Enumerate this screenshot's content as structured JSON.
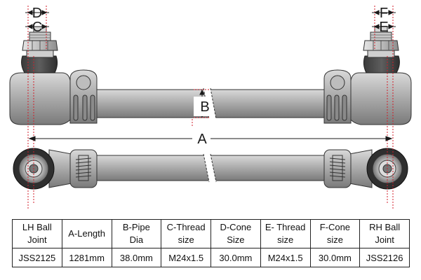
{
  "dimension_labels": {
    "a": "A",
    "b": "B",
    "c": "C",
    "d": "D",
    "e": "E",
    "f": "F"
  },
  "table": {
    "headers": [
      [
        "LH Ball",
        "Joint"
      ],
      [
        "A-Length",
        ""
      ],
      [
        "B-Pipe",
        "Dia"
      ],
      [
        "C-Thread",
        "size"
      ],
      [
        "D-Cone",
        "Size"
      ],
      [
        "E- Thread",
        "size"
      ],
      [
        "F-Cone",
        "size"
      ],
      [
        "RH Ball",
        "Joint"
      ]
    ],
    "values": [
      "JSS2125",
      "1281mm",
      "38.0mm",
      "M24x1.5",
      "30.0mm",
      "M24x1.5",
      "30.0mm",
      "JSS2126"
    ]
  }
}
